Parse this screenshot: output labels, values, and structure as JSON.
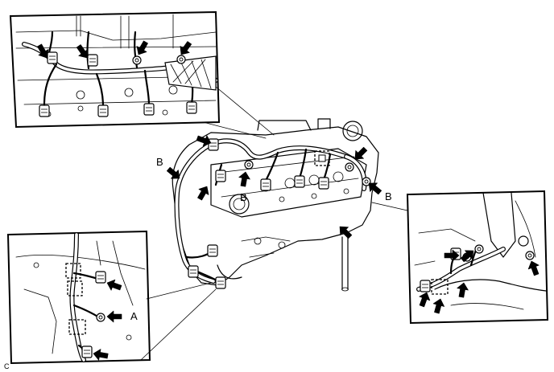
{
  "labels": {
    "b_left": "B",
    "b_center": "B",
    "b_right": "B",
    "a": "A",
    "figure_code": "C"
  },
  "colors": {
    "line": "#000000",
    "background": "#ffffff"
  }
}
